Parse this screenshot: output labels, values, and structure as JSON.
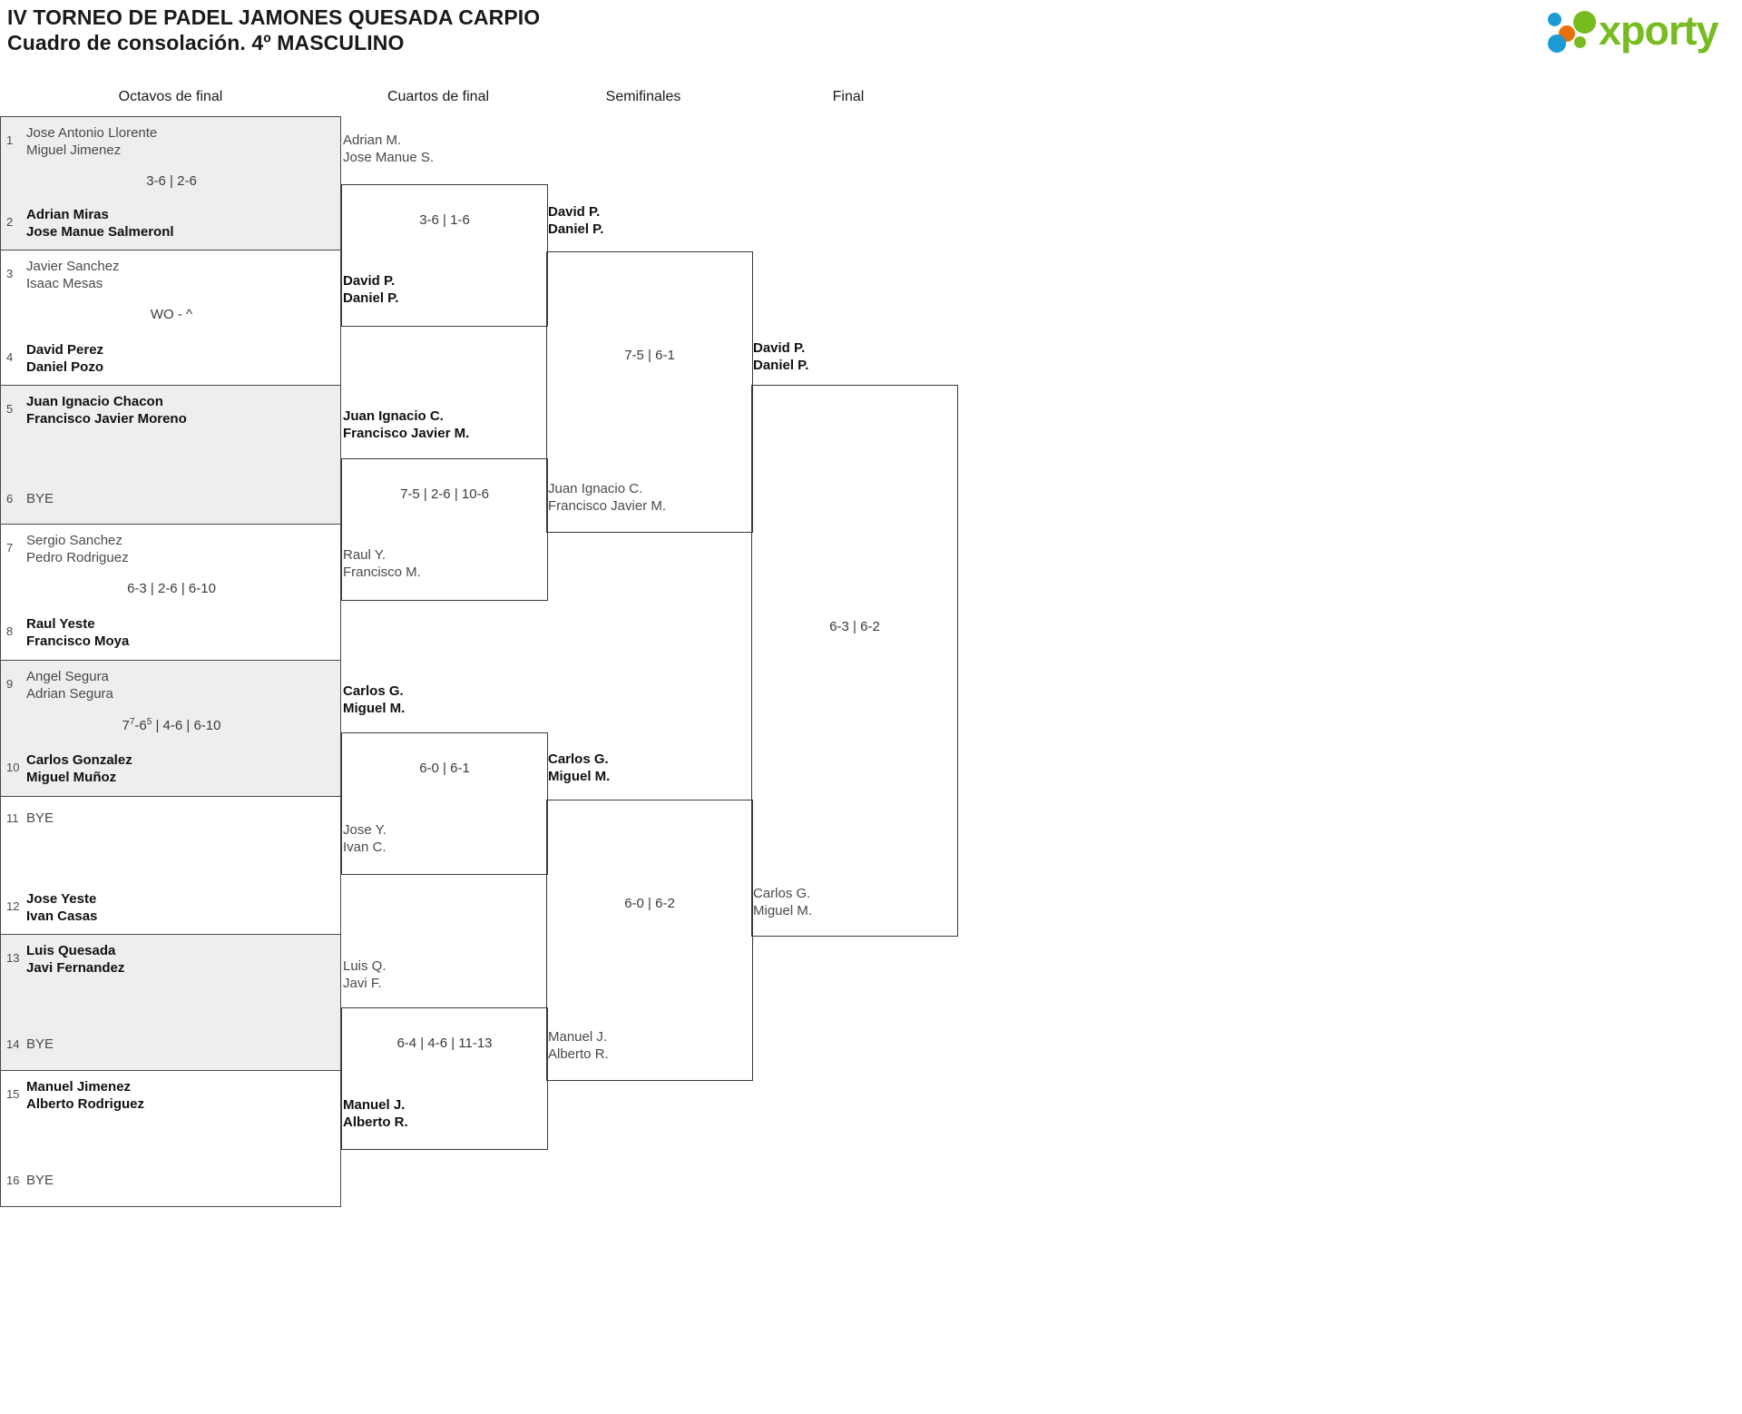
{
  "header": {
    "title_line1": "IV TORNEO DE PADEL JAMONES QUESADA CARPIO",
    "title_line2": "Cuadro de consolación. 4º MASCULINO",
    "logo_text": "xporty",
    "logo_colors": {
      "green": "#76bc21",
      "orange": "#e8700a",
      "blue": "#1b9ad6"
    }
  },
  "rounds": [
    {
      "label": "Octavos de final"
    },
    {
      "label": "Cuartos de final"
    },
    {
      "label": "Semifinales"
    },
    {
      "label": "Final"
    }
  ],
  "bracket": {
    "round_of_16": [
      {
        "seed_top": "1",
        "top_p1": "Jose Antonio Llorente",
        "top_p2": "Miguel Jimenez",
        "seed_bottom": "2",
        "bottom_p1": "Adrian Miras",
        "bottom_p2": "Jose Manue Salmeronl",
        "score": "3-6 | 2-6",
        "winner": "bottom"
      },
      {
        "seed_top": "3",
        "top_p1": "Javier Sanchez",
        "top_p2": "Isaac Mesas",
        "seed_bottom": "4",
        "bottom_p1": "David Perez",
        "bottom_p2": "Daniel Pozo",
        "score": "WO - ^",
        "winner": "bottom"
      },
      {
        "seed_top": "5",
        "top_p1": "Juan Ignacio Chacon",
        "top_p2": "Francisco Javier Moreno",
        "seed_bottom": "6",
        "bottom_p1": "BYE",
        "bottom_p2": "",
        "score": "",
        "winner": "top"
      },
      {
        "seed_top": "7",
        "top_p1": "Sergio Sanchez",
        "top_p2": "Pedro Rodriguez",
        "seed_bottom": "8",
        "bottom_p1": "Raul Yeste",
        "bottom_p2": "Francisco Moya",
        "score": "6-3 | 2-6 | 6-10",
        "winner": "bottom"
      },
      {
        "seed_top": "9",
        "top_p1": "Angel Segura",
        "top_p2": "Adrian Segura",
        "seed_bottom": "10",
        "bottom_p1": "Carlos Gonzalez",
        "bottom_p2": "Miguel Muñoz",
        "score": "7⁷-6⁵ | 4-6 | 6-10",
        "score_parts": [
          "7",
          "7",
          "-6",
          "5",
          " | 4-6 | 6-10"
        ],
        "winner": "bottom"
      },
      {
        "seed_top": "11",
        "top_p1": "BYE",
        "top_p2": "",
        "seed_bottom": "12",
        "bottom_p1": "Jose Yeste",
        "bottom_p2": "Ivan Casas",
        "score": "",
        "winner": "bottom"
      },
      {
        "seed_top": "13",
        "top_p1": "Luis Quesada",
        "top_p2": "Javi Fernandez",
        "seed_bottom": "14",
        "bottom_p1": "BYE",
        "bottom_p2": "",
        "score": "",
        "winner": "top"
      },
      {
        "seed_top": "15",
        "top_p1": "Manuel Jimenez",
        "top_p2": "Alberto Rodriguez",
        "seed_bottom": "16",
        "bottom_p1": "BYE",
        "bottom_p2": "",
        "score": "",
        "winner": "top"
      }
    ],
    "quarterfinals": [
      {
        "top_p1": "Adrian M.",
        "top_p2": "Jose Manue S.",
        "bottom_p1": "David P.",
        "bottom_p2": "Daniel P.",
        "score": "3-6 | 1-6",
        "winner": "bottom"
      },
      {
        "top_p1": "Juan Ignacio C.",
        "top_p2": "Francisco Javier M.",
        "bottom_p1": "Raul Y.",
        "bottom_p2": "Francisco M.",
        "score": "7-5 | 2-6 | 10-6",
        "winner": "top"
      },
      {
        "top_p1": "Carlos G.",
        "top_p2": "Miguel M.",
        "bottom_p1": "Jose Y.",
        "bottom_p2": "Ivan C.",
        "score": "6-0 | 6-1",
        "winner": "top"
      },
      {
        "top_p1": "Luis Q.",
        "top_p2": "Javi F.",
        "bottom_p1": "Manuel J.",
        "bottom_p2": "Alberto R.",
        "score": "6-4 | 4-6 | 11-13",
        "winner": "bottom"
      }
    ],
    "semifinals": [
      {
        "top_p1": "David P.",
        "top_p2": "Daniel P.",
        "bottom_p1": "Juan Ignacio C.",
        "bottom_p2": "Francisco Javier M.",
        "score": "7-5 | 6-1",
        "winner": "top"
      },
      {
        "top_p1": "Carlos G.",
        "top_p2": "Miguel M.",
        "bottom_p1": "Manuel J.",
        "bottom_p2": "Alberto R.",
        "score": "6-0 | 6-2",
        "winner": "top"
      }
    ],
    "final": [
      {
        "top_p1": "David P.",
        "top_p2": "Daniel P.",
        "bottom_p1": "Carlos G.",
        "bottom_p2": "Miguel M.",
        "score": "6-3 | 6-2",
        "winner": "top"
      }
    ]
  }
}
